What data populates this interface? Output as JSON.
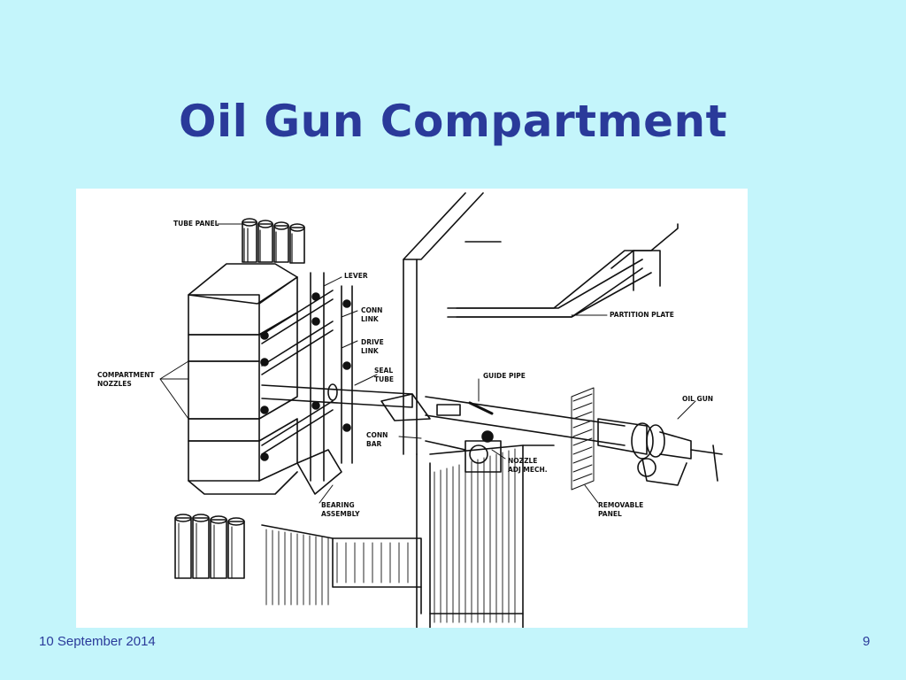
{
  "slide": {
    "title": "Oil Gun Compartment",
    "date": "10 September 2014",
    "page_number": "9"
  },
  "diagram": {
    "labels": {
      "tube_panel": "TUBE PANEL",
      "lever": "LEVER",
      "conn_link_1": "CONN",
      "conn_link_2": "LINK",
      "drive_link_1": "DRIVE",
      "drive_link_2": "LINK",
      "seal_tube_1": "SEAL",
      "seal_tube_2": "TUBE",
      "partition_plate": "PARTITION PLATE",
      "guide_pipe": "GUIDE PIPE",
      "oil_gun": "OIL GUN",
      "compartment_nozzles_1": "COMPARTMENT",
      "compartment_nozzles_2": "NOZZLES",
      "conn_bar_1": "CONN",
      "conn_bar_2": "BAR",
      "nozzle_adj_1": "NOZZLE",
      "nozzle_adj_2": "ADJ MECH.",
      "removable_panel_1": "REMOVABLE",
      "removable_panel_2": "PANEL",
      "bearing_assembly_1": "BEARING",
      "bearing_assembly_2": "ASSEMBLY"
    }
  }
}
